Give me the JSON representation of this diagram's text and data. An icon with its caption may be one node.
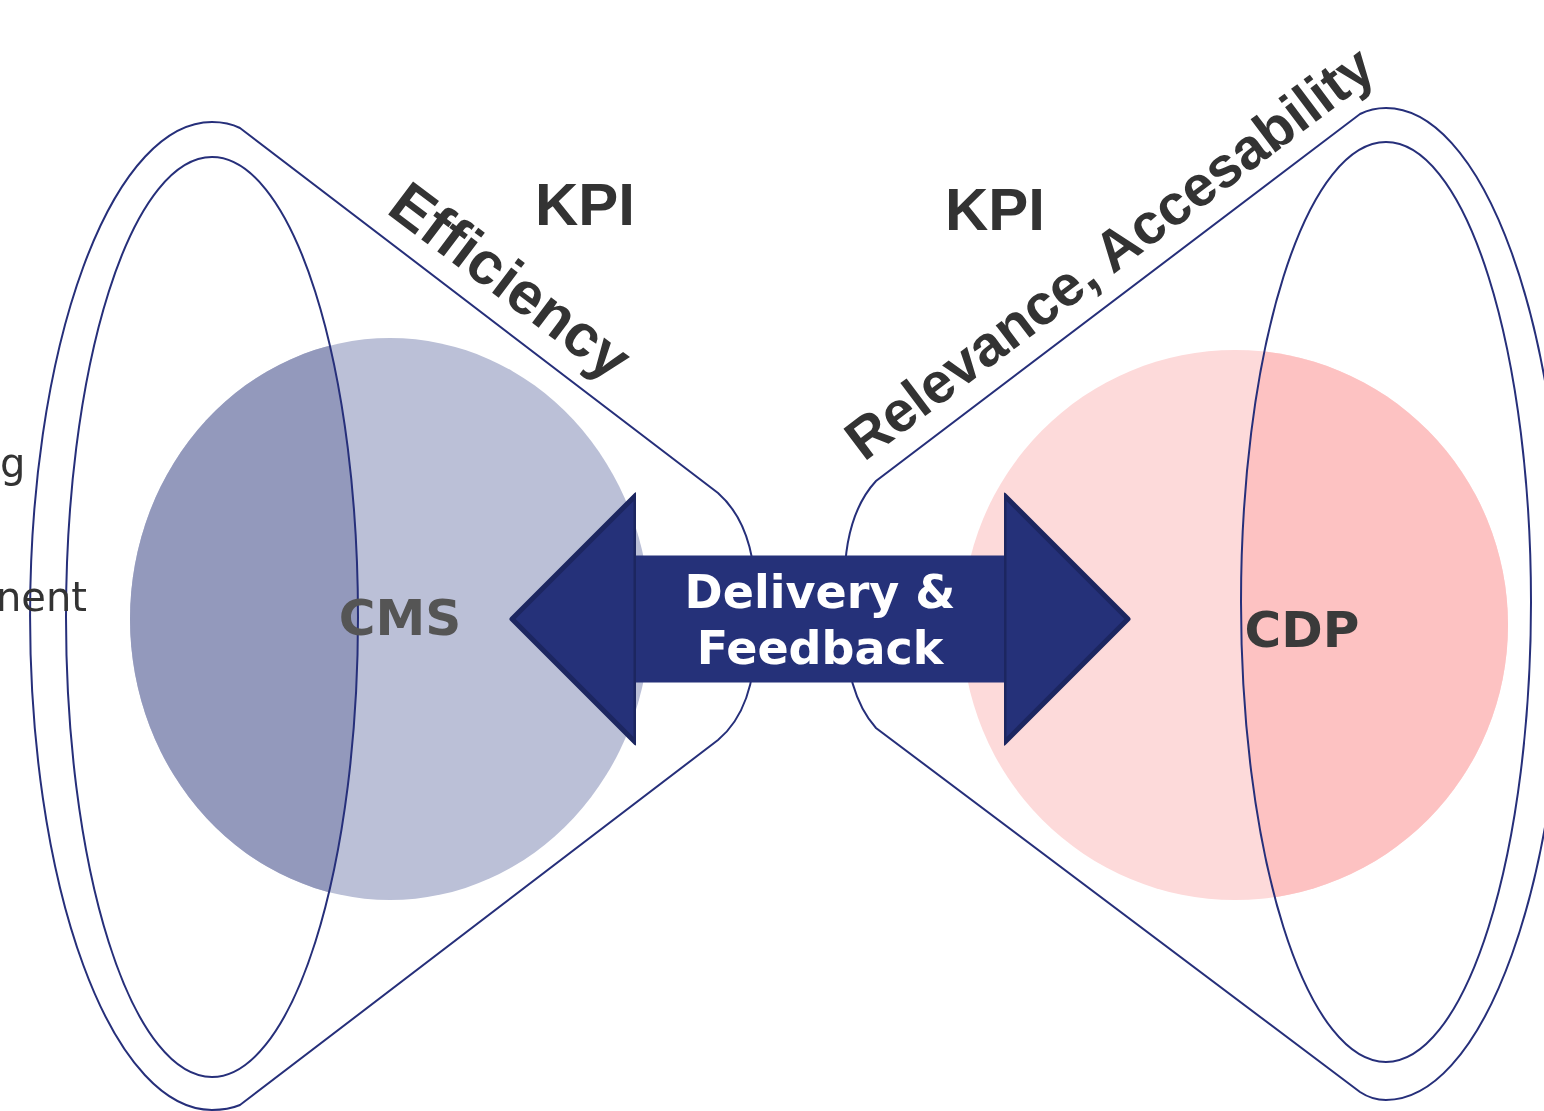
{
  "diagram": {
    "nodes": [
      {
        "text": [
          "CMS"
        ]
      },
      {
        "text": [
          "CDP"
        ]
      }
    ],
    "edges": [
      {
        "from": 0,
        "to": 1,
        "arrow": "both",
        "label": "Delivery & Feedback"
      }
    ],
    "labels": [
      "g",
      "nent",
      "KPI",
      "Efficiency",
      "KPI",
      "Relevance, Accesability"
    ]
  }
}
